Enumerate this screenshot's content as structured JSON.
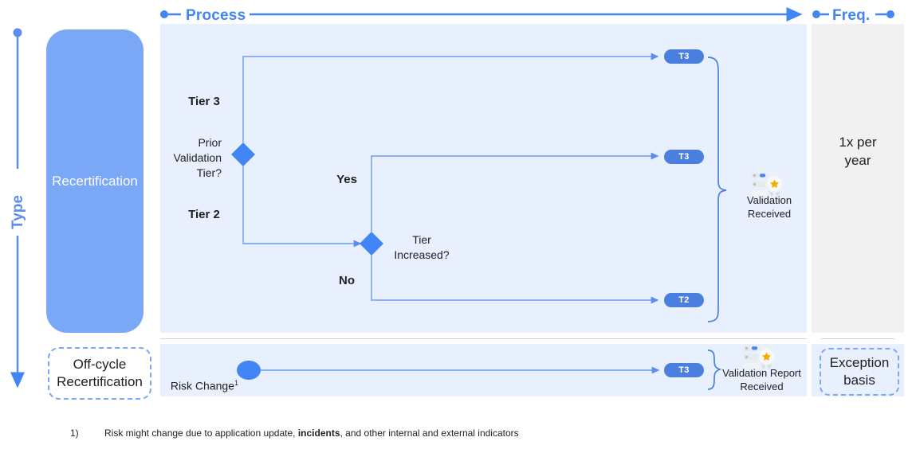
{
  "axes": {
    "horizontal": {
      "process_label": "Process",
      "freq_label": "Freq."
    },
    "vertical": {
      "label": "Type"
    }
  },
  "type_column": {
    "recertification_label": "Recertification",
    "offcycle_label": "Off-cycle\nRecertification"
  },
  "process": {
    "decisions": [
      {
        "name": "prior-validation-tier",
        "label": "Prior\nValidation\nTier?"
      },
      {
        "name": "tier-increased",
        "label": "Tier\nIncreased?"
      }
    ],
    "branch_labels": [
      {
        "name": "tier-3",
        "label": "Tier 3"
      },
      {
        "name": "tier-2",
        "label": "Tier 2"
      },
      {
        "name": "yes",
        "label": "Yes"
      },
      {
        "name": "no",
        "label": "No"
      }
    ],
    "outcomes": [
      {
        "name": "outcome-t3-top",
        "label": "T3"
      },
      {
        "name": "outcome-t3-mid",
        "label": "T3"
      },
      {
        "name": "outcome-t2-bottom",
        "label": "T2"
      }
    ],
    "result": {
      "icon": "validation-badge-icon",
      "caption": "Validation\nReceived"
    }
  },
  "offcycle": {
    "start_label": "Risk Change",
    "start_superscript": "1",
    "outcome": {
      "name": "outcome-t3-offcycle",
      "label": "T3"
    },
    "result": {
      "icon": "validation-badge-icon",
      "caption": "Validation Report\nReceived"
    }
  },
  "frequency": {
    "recertification": "1x per\nyear",
    "offcycle": "Exception\nbasis"
  },
  "footnote": {
    "marker": "1)",
    "text_before": "Risk might change due to application update, ",
    "text_bold": "incidents",
    "text_after": ", and other internal and external indicators"
  },
  "colors": {
    "accent_blue": "#4285f4",
    "line_blue": "#5b8def",
    "panel_blue": "#e8f0fe",
    "panel_grey": "#f1f1f1",
    "type_blue": "#7ba7f7",
    "pill_blue": "#4a7fe0",
    "star_gold": "#f9ab00"
  }
}
